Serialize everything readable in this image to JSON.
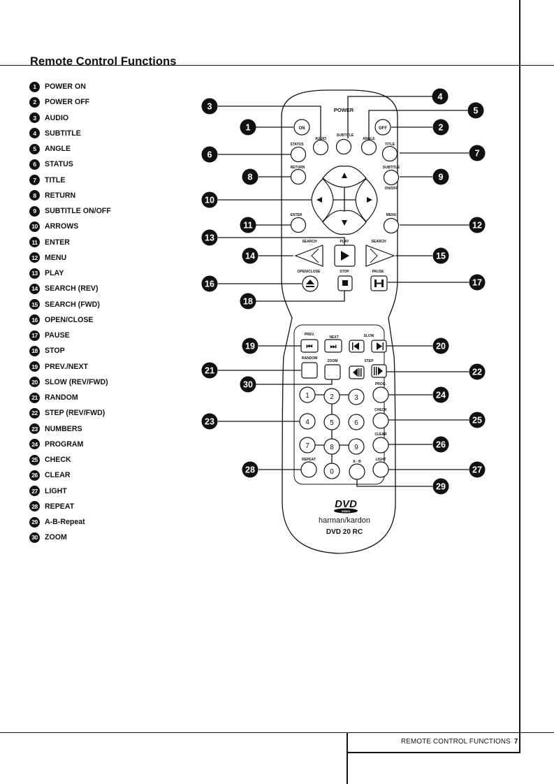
{
  "page": {
    "title": "Remote Control Functions",
    "footer_label": "REMOTE CONTROL FUNCTIONS",
    "page_number": "7"
  },
  "functions": [
    {
      "num": "1",
      "label": "POWER ON"
    },
    {
      "num": "2",
      "label": "POWER OFF"
    },
    {
      "num": "3",
      "label": "AUDIO"
    },
    {
      "num": "4",
      "label": "SUBTITLE"
    },
    {
      "num": "5",
      "label": "ANGLE"
    },
    {
      "num": "6",
      "label": "STATUS"
    },
    {
      "num": "7",
      "label": "TITLE"
    },
    {
      "num": "8",
      "label": "RETURN"
    },
    {
      "num": "9",
      "label": "SUBTITLE ON/OFF"
    },
    {
      "num": "10",
      "label": "ARROWS"
    },
    {
      "num": "11",
      "label": "ENTER"
    },
    {
      "num": "12",
      "label": "MENU"
    },
    {
      "num": "13",
      "label": "PLAY"
    },
    {
      "num": "14",
      "label": "SEARCH (REV)"
    },
    {
      "num": "15",
      "label": "SEARCH (FWD)"
    },
    {
      "num": "16",
      "label": "OPEN/CLOSE"
    },
    {
      "num": "17",
      "label": "PAUSE"
    },
    {
      "num": "18",
      "label": "STOP"
    },
    {
      "num": "19",
      "label": "PREV./NEXT"
    },
    {
      "num": "20",
      "label": "SLOW (REV/FWD)"
    },
    {
      "num": "21",
      "label": "RANDOM"
    },
    {
      "num": "22",
      "label": "STEP (REV/FWD)"
    },
    {
      "num": "23",
      "label": "NUMBERS"
    },
    {
      "num": "24",
      "label": "PROGRAM"
    },
    {
      "num": "25",
      "label": "CHECK"
    },
    {
      "num": "26",
      "label": "CLEAR"
    },
    {
      "num": "27",
      "label": "LIGHT"
    },
    {
      "num": "28",
      "label": "REPEAT"
    },
    {
      "num": "29",
      "label": "A-B-Repeat"
    },
    {
      "num": "30",
      "label": "ZOOM"
    }
  ],
  "remote": {
    "power_label": "POWER",
    "on_label": "ON",
    "off_label": "OFF",
    "audio_label": "AUDIO",
    "subtitle_label": "SUBTITLE",
    "angle_label": "ANGLE",
    "status_label": "STATUS",
    "title_label": "TITLE",
    "return_label": "RETURN",
    "subtitle_onoff_label_top": "SUBTITLE",
    "subtitle_onoff_label_bottom": "ON/OFF",
    "enter_label": "ENTER",
    "menu_label": "MENU",
    "search_rev_label": "SEARCH",
    "play_label": "PLAY",
    "search_fwd_label": "SEARCH",
    "open_close_label": "OPEN/CLOSE",
    "stop_label": "STOP",
    "pause_label": "PAUSE",
    "prev_label": "PREV.",
    "next_label": "NEXT",
    "slow_label": "SLOW",
    "random_label": "RANDOM",
    "zoom_label": "ZOOM",
    "step_label": "STEP",
    "prog_label": "PROG.",
    "check_label": "CHECK",
    "clear_label": "CLEAR",
    "repeat_label": "REPEAT",
    "ab_label": "A - B",
    "light_label": "LIGHT",
    "numbers": [
      "1",
      "2",
      "3",
      "4",
      "5",
      "6",
      "7",
      "8",
      "9",
      "0"
    ],
    "dvd_logo": "DVD",
    "dvd_logo_sub": "VIDEO",
    "brand": "harman/kardon",
    "model": "DVD 20 RC"
  }
}
